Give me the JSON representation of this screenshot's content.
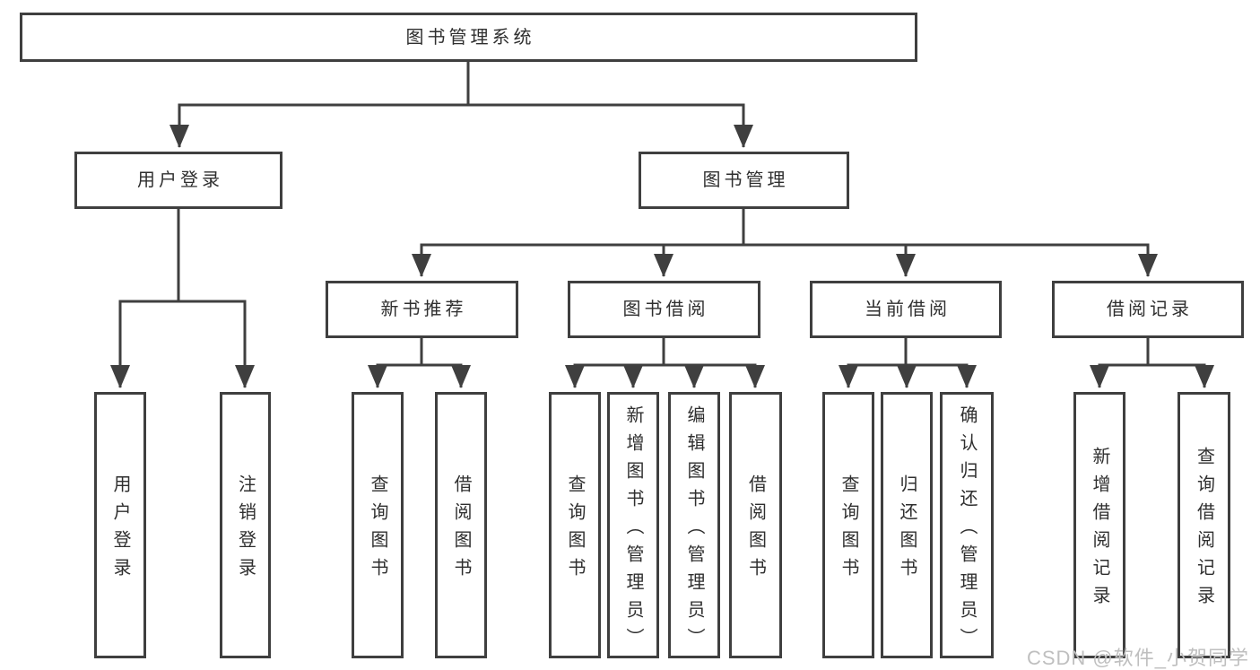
{
  "diagram": {
    "watermark": "CSDN @软件_小贺同学",
    "colors": {
      "line": "#3f3f3f",
      "box_fill": "#ffffff",
      "text": "#2f2f2f",
      "background": "#ffffff",
      "watermark": "#bfbfbf"
    },
    "tree": {
      "label": "图书管理系统",
      "children": [
        {
          "label": "用户登录",
          "children": [
            {
              "label": "用户登录"
            },
            {
              "label": "注销登录"
            }
          ]
        },
        {
          "label": "图书管理",
          "children": [
            {
              "label": "新书推荐",
              "children": [
                {
                  "label": "查询图书"
                },
                {
                  "label": "借阅图书"
                }
              ]
            },
            {
              "label": "图书借阅",
              "children": [
                {
                  "label": "查询图书"
                },
                {
                  "label": "新增图书（管理员）"
                },
                {
                  "label": "编辑图书（管理员）"
                },
                {
                  "label": "借阅图书"
                }
              ]
            },
            {
              "label": "当前借阅",
              "children": [
                {
                  "label": "查询图书"
                },
                {
                  "label": "归还图书"
                },
                {
                  "label": "确认归还（管理员）"
                }
              ]
            },
            {
              "label": "借阅记录",
              "children": [
                {
                  "label": "新增借阅记录"
                },
                {
                  "label": "查询借阅记录"
                }
              ]
            }
          ]
        }
      ]
    }
  }
}
